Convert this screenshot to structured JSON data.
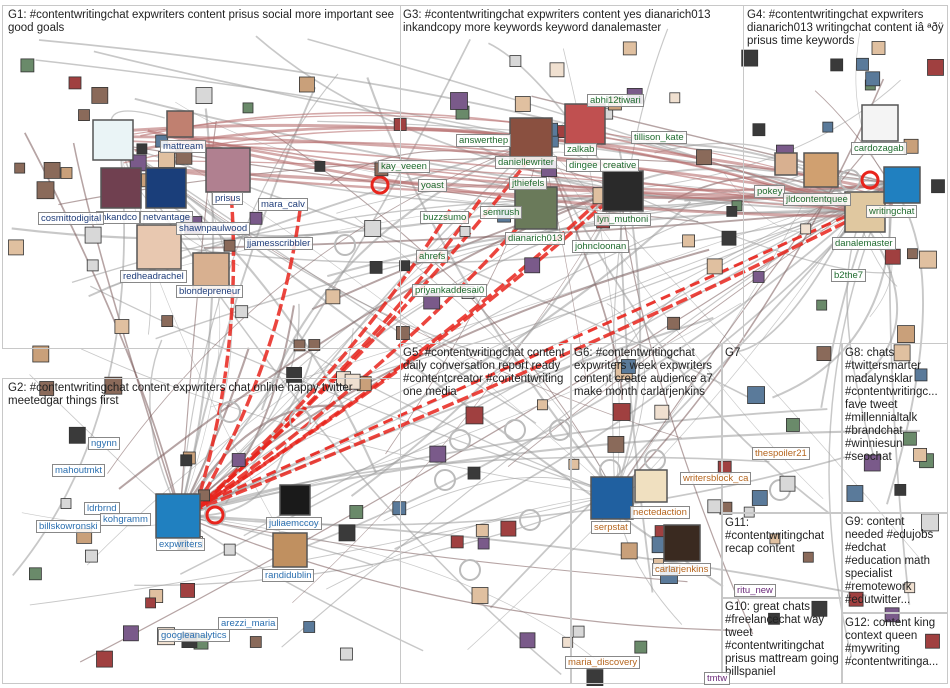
{
  "groups": [
    {
      "id": "G1",
      "label": "G1: #contentwritingchat expwriters content prisus social more important see good goals"
    },
    {
      "id": "G2",
      "label": "G2: #contentwritingchat content expwriters chat online happy twitter meetedgar things first"
    },
    {
      "id": "G3",
      "label": "G3: #contentwritingchat expwriters content yes dianarich013 inkandcopy more keywords keyword danalemaster"
    },
    {
      "id": "G4",
      "label": "G4: #contentwritingchat expwriters dianarich013 writingchat content iâ ªðÿ prisus time keywords"
    },
    {
      "id": "G5",
      "label": "G5: #contentwritingchat content daily conversation report ready #contentcreator #contentwriting one media"
    },
    {
      "id": "G6",
      "label": "G6: #contentwritingchat expwriters week expwriters content create audience a7 make month carlarjenkins"
    },
    {
      "id": "G7",
      "label": "G7"
    },
    {
      "id": "G8",
      "label": "G8: chats #twittersmarter madalynsklar #contentwritingc... fave tweet #millennialtalk #brandchat #winniesun #seochat"
    },
    {
      "id": "G9",
      "label": "G9: content needed #edujobs #edchat #education math specialist #remotework #edutwitter..."
    },
    {
      "id": "G10",
      "label": "G10: great chats #freelancechat way tweet #contentwritingchat prisus mattream going billspaniel"
    },
    {
      "id": "G11",
      "label": "G11: #contentwritingchat recap content"
    },
    {
      "id": "G12",
      "label": "G12: content king context queen #mywriting #contentwritinga..."
    }
  ],
  "node_labels": [
    "mattream",
    "inkandco",
    "netvantage",
    "prisus",
    "mara_calv",
    "cosmittodigital",
    "shawnpaulwood",
    "jjamesscribbler",
    "redheadrachel",
    "blondepreneur",
    "ngynn",
    "mahoutmkt",
    "ldrbrnd",
    "billskowronski",
    "kohgramm",
    "expwriters",
    "juliaemccoy",
    "randidublin",
    "googleanalytics",
    "arezzi_maria",
    "abhi12tiwari",
    "answerthep",
    "daniellewriter",
    "dingee",
    "zalkab",
    "tillison_kate",
    "creative",
    "kay_veeen",
    "yoast",
    "jthiefels",
    "semrush",
    "buzzsumo",
    "dianarich013",
    "lyn_muthoni",
    "johncloonan",
    "ahrefs",
    "priyankaddesai0",
    "cardozagab",
    "pokey",
    "jldcontentquee",
    "writingchat",
    "danalemaster",
    "b2the7",
    "writersblock_ca",
    "nectedaction",
    "serpstat",
    "carlarjenkins",
    "maria_discovery",
    "thespoiler21",
    "ritu_new",
    "tmtw"
  ],
  "colors": {
    "edge_grey": "#9a9a9a",
    "edge_dark": "#7a5a5a",
    "edge_red": "#e8241c",
    "edge_pink": "#b87070",
    "label_g1": "#1f3d7a",
    "label_g2": "#2a6fb0",
    "label_g3": "#1f6b2e",
    "label_g6": "#b5651d",
    "label_g11": "#6b2a7a"
  }
}
